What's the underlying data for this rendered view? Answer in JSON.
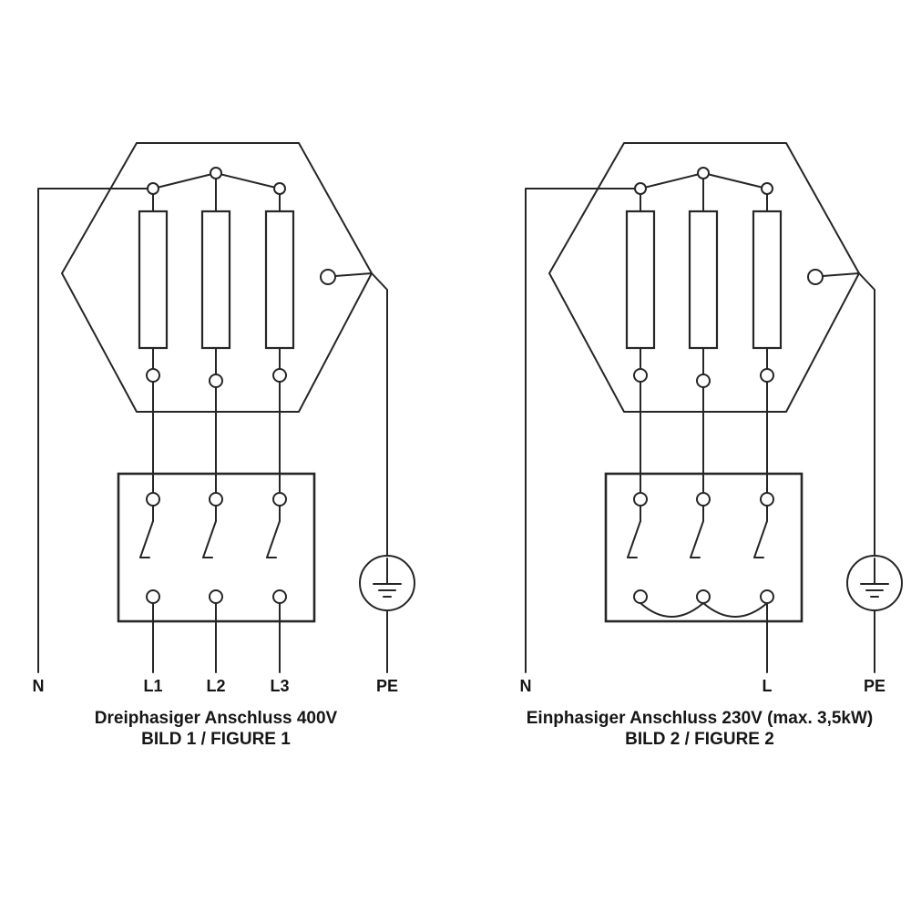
{
  "figures": [
    {
      "caption_title": "Dreiphasiger Anschluss 400V",
      "caption_sub": "BILD 1 / FIGURE 1",
      "labels": {
        "neutral": "N",
        "l1": "L1",
        "l2": "L2",
        "l3": "L3",
        "pe": "PE"
      }
    },
    {
      "caption_title": "Einphasiger Anschluss 230V (max. 3,5kW)",
      "caption_sub": "BILD 2 / FIGURE 2",
      "labels": {
        "neutral": "N",
        "line": "L",
        "pe": "PE"
      }
    }
  ],
  "colors": {
    "line": "#262626",
    "background": "#ffffff"
  }
}
